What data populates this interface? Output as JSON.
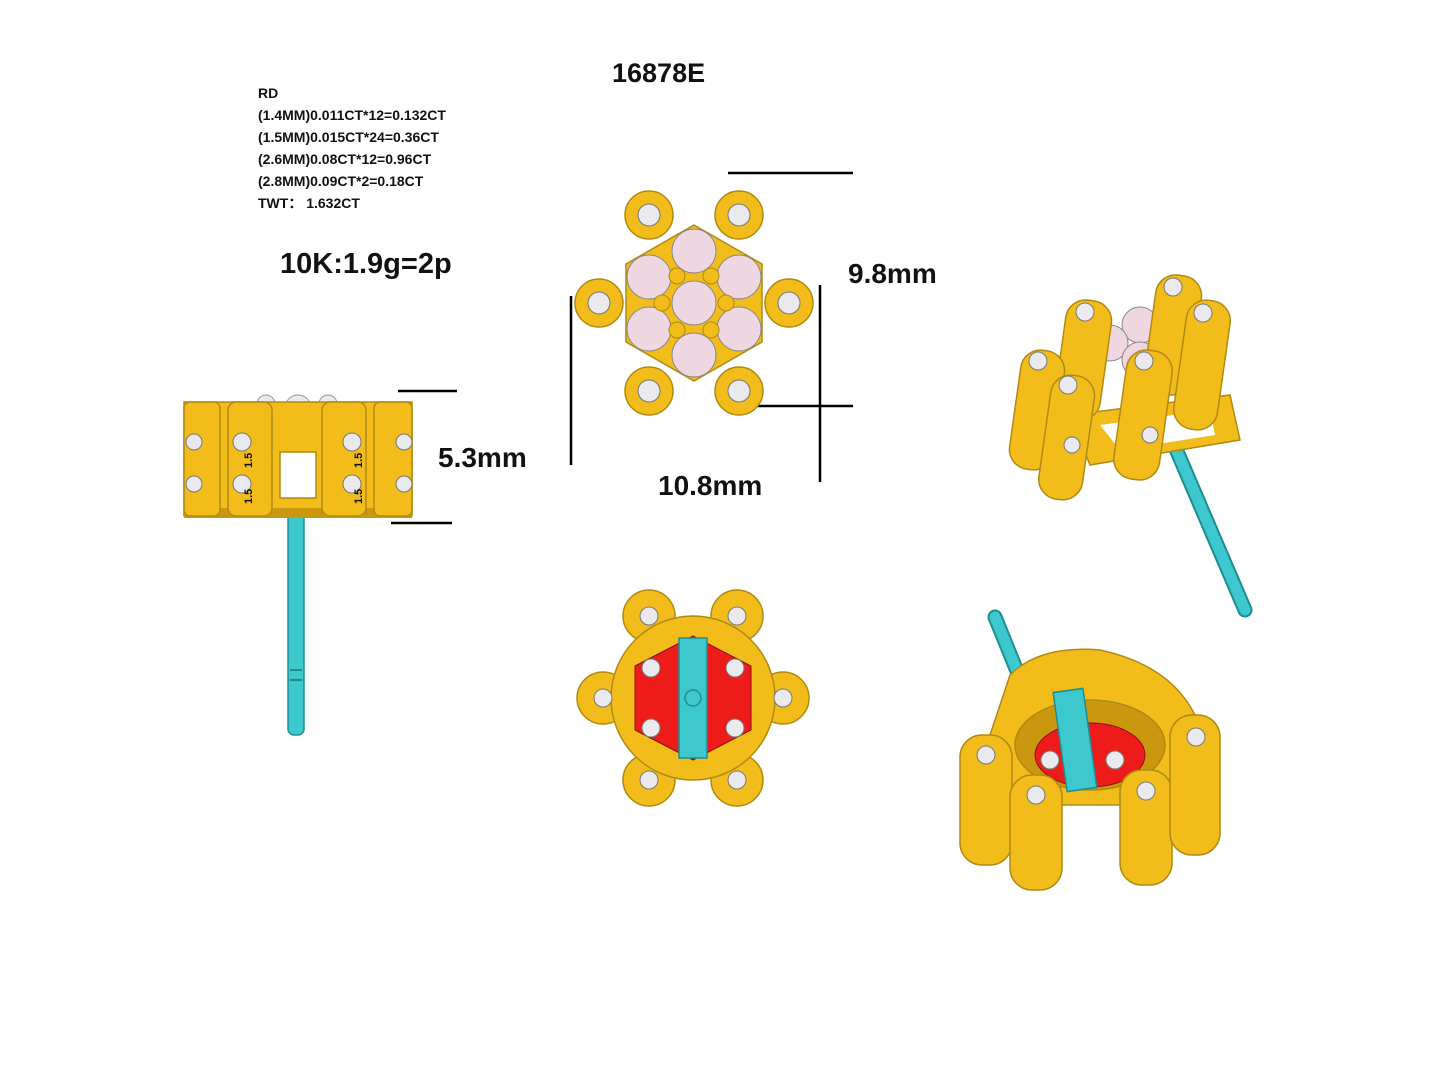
{
  "model_code": "16878E",
  "stone_spec": {
    "stone_type": "RD",
    "lines": [
      "(1.4MM)0.011CT*12=0.132CT",
      "(1.5MM)0.015CT*24=0.36CT",
      "(2.6MM)0.08CT*12=0.96CT",
      "(2.8MM)0.09CT*2=0.18CT"
    ],
    "total_weight": "TWT： 1.632CT"
  },
  "metal_weight": "10K:1.9g=2p",
  "dimensions": {
    "height": "5.3mm",
    "width": "9.8mm",
    "diameter": "10.8mm"
  },
  "side_marks": [
    "1.5",
    "1.5",
    "1.5",
    "1.5"
  ],
  "colors": {
    "gold": "#F2BD1B",
    "gold_dark": "#B08A12",
    "gold_shadow": "#C9980E",
    "post": "#3CC8CC",
    "post_dark": "#1E8E92",
    "diamond": "#E9E9EE",
    "diamond_pink": "#EFD7E2",
    "base_red": "#EE1B1B",
    "dimension_line": "#000000"
  }
}
